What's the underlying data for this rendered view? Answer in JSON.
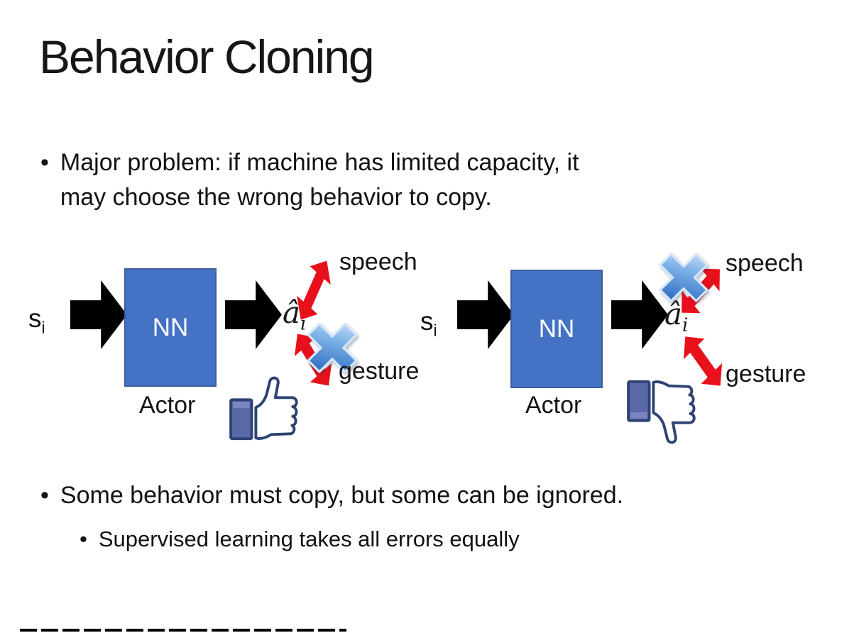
{
  "title": "Behavior Cloning",
  "bullets": {
    "marker": "•",
    "major_problem_lines": [
      "Major problem: if machine has limited capacity, it",
      "may choose the wrong behavior to copy."
    ],
    "some_behavior": "Some behavior must copy, but some can be ignored.",
    "supervised": "Supervised learning takes all errors equally"
  },
  "diagrams": [
    {
      "input_base": "s",
      "input_sub": "i",
      "nn_label": "NN",
      "actor_label": "Actor",
      "output_base": "â",
      "output_sub": "i",
      "speech_label": "speech",
      "gesture_label": "gesture",
      "crossed_out_action": "gesture",
      "feedback": "thumbs-up"
    },
    {
      "input_base": "s",
      "input_sub": "i",
      "nn_label": "NN",
      "actor_label": "Actor",
      "output_base": "â",
      "output_sub": "i",
      "speech_label": "speech",
      "gesture_label": "gesture",
      "crossed_out_action": "speech",
      "feedback": "thumbs-down"
    }
  ],
  "colors": {
    "nn_fill": "#4472C4",
    "nn_border": "#3A5F9E",
    "arrow_red": "#E8101A",
    "cross_blue": "#4E8FD5",
    "thumb_outline": "#2D4373",
    "thumb_cuff": "#5B68A6",
    "background": "#FFFFFF",
    "text": "#121212"
  }
}
